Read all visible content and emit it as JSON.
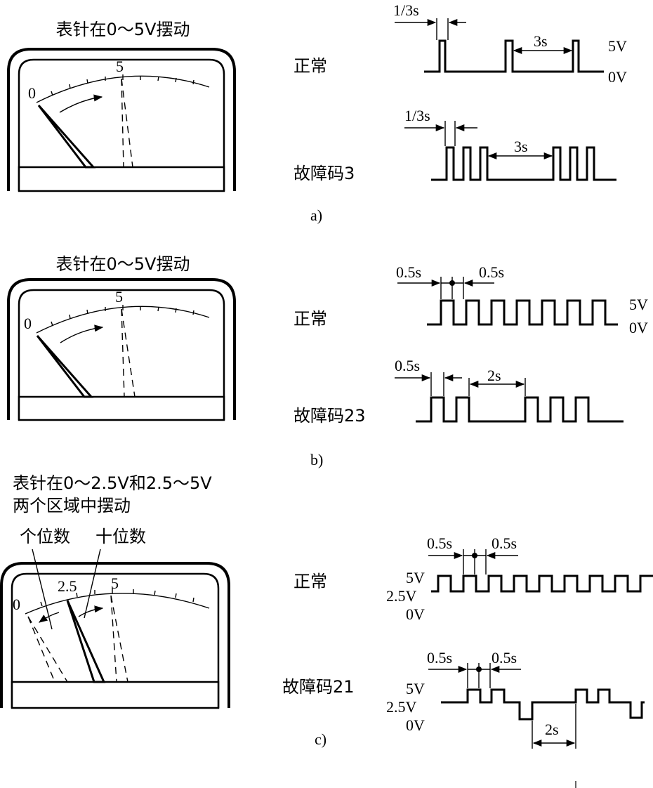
{
  "panel_a": {
    "caption": "a)",
    "meter_title": "表针在0～5V摆动",
    "scale_zero": "0",
    "scale_five": "5",
    "normal_label": "正常",
    "fault_label": "故障码3",
    "normal_dim_pulse": "1/3s",
    "normal_dim_gap": "3s",
    "fault_dim_pulse": "1/3s",
    "fault_dim_gap": "3s",
    "level_high": "5V",
    "level_low": "0V"
  },
  "panel_b": {
    "caption": "b)",
    "meter_title": "表针在0～5V摆动",
    "scale_zero": "0",
    "scale_five": "5",
    "normal_label": "正常",
    "fault_label": "故障码23",
    "normal_dim_left": "0.5s",
    "normal_dim_right": "0.5s",
    "fault_dim_pulse": "0.5s",
    "fault_dim_gap": "2s",
    "level_high": "5V",
    "level_low": "0V"
  },
  "panel_c": {
    "caption": "c)",
    "meter_title_line1": "表针在0～2.5V和2.5～5V",
    "meter_title_line2": "两个区域中摆动",
    "units_digit_label": "个位数",
    "tens_digit_label": "十位数",
    "scale_zero": "0",
    "scale_mid": "2.5",
    "scale_five": "5",
    "normal_label": "正常",
    "fault_label": "故障码21",
    "normal_dim_left": "0.5s",
    "normal_dim_right": "0.5s",
    "fault_dim_left": "0.5s",
    "fault_dim_right": "0.5s",
    "fault_dim_gap": "2s",
    "level_high": "5V",
    "level_mid": "2.5V",
    "level_low": "0V"
  }
}
